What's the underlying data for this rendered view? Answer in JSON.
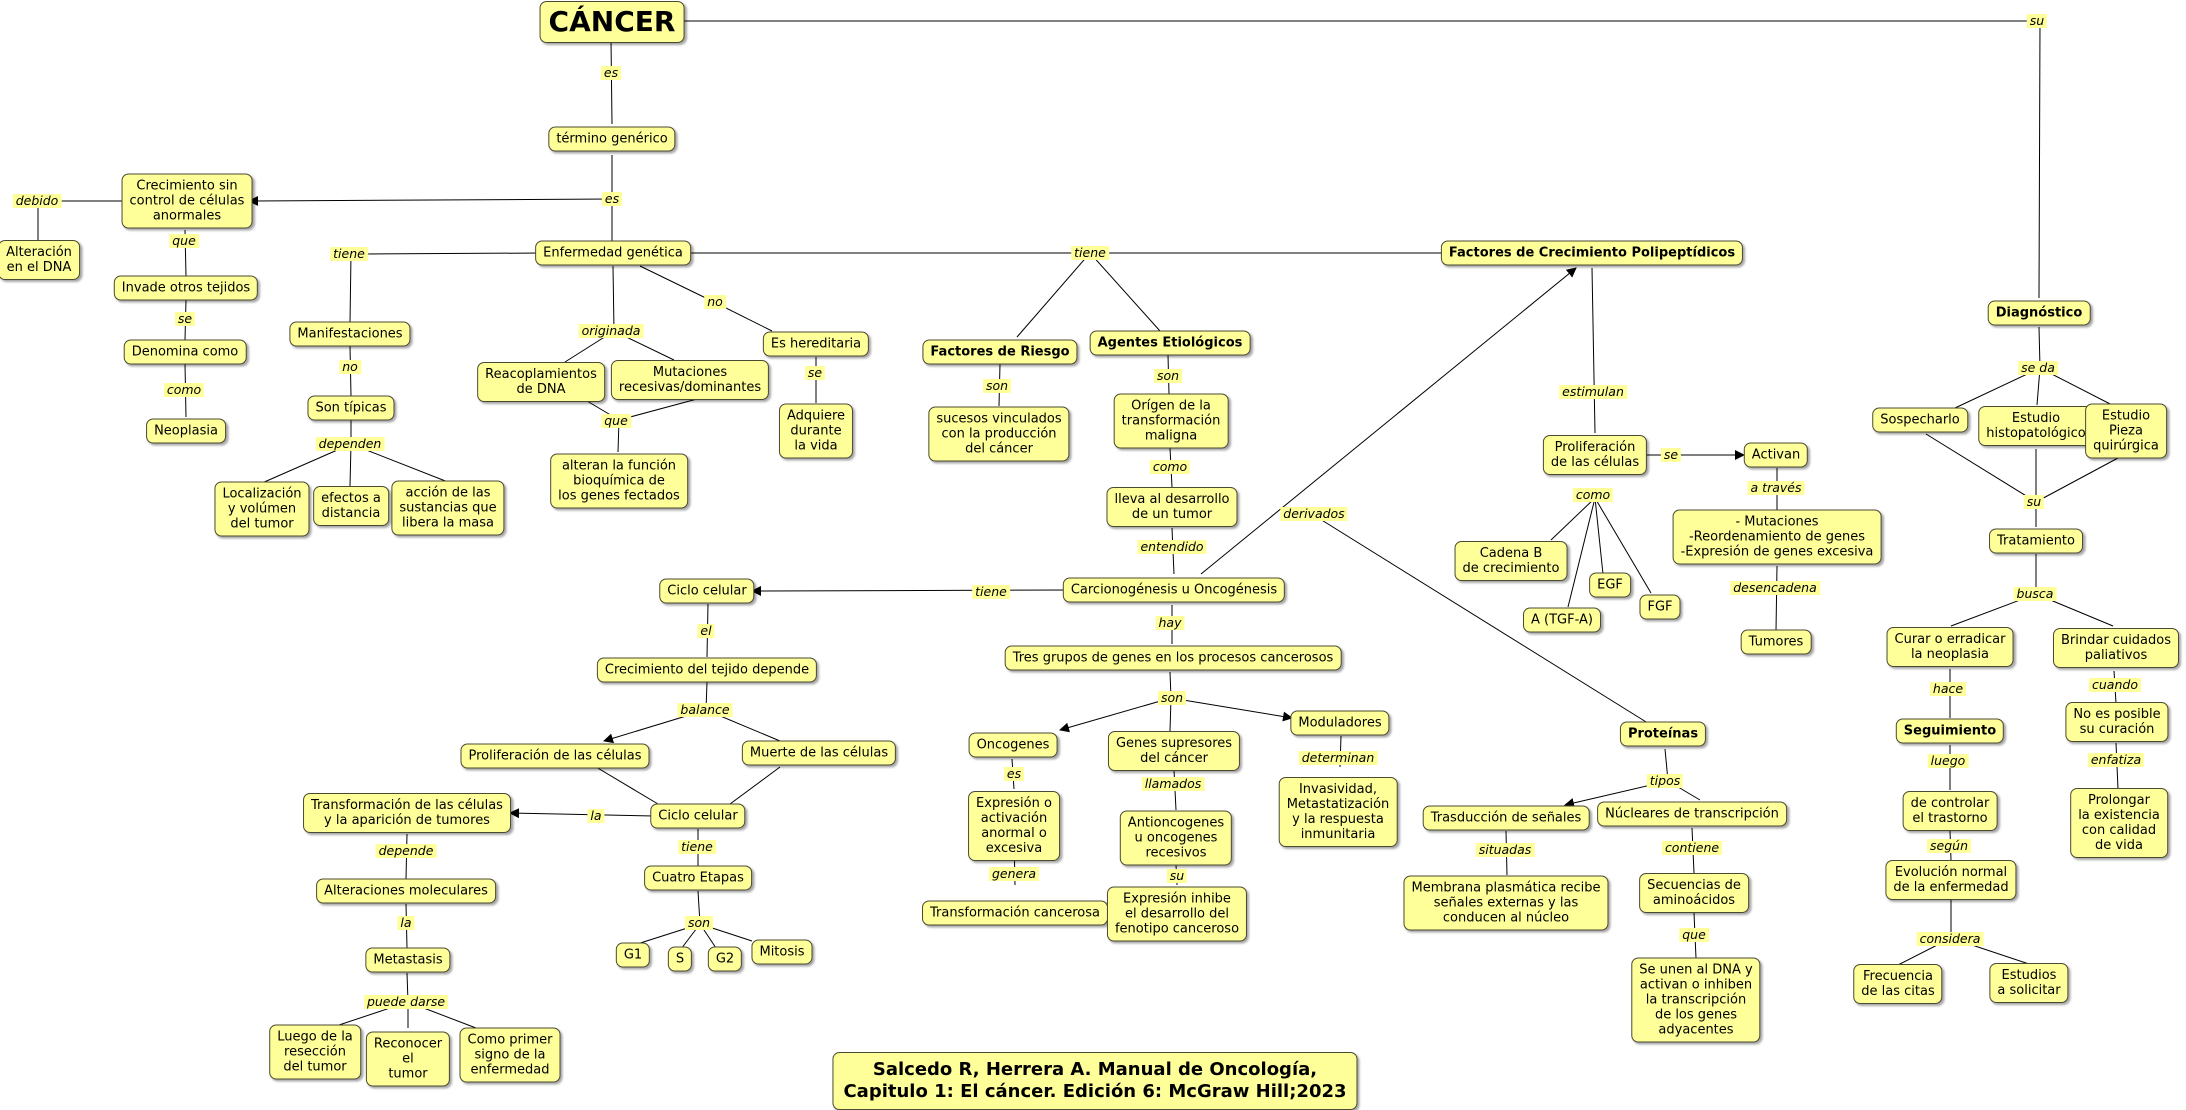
{
  "nodes": {
    "cancer": "CÁNCER",
    "termino": "término genérico",
    "crecimiento": "Crecimiento sin\ncontrol de células\nanormales",
    "alteracion": "Alteración\nen el DNA",
    "invade": "Invade otros tejidos",
    "denomina": "Denomina como",
    "neoplasia": "Neoplasia",
    "enfermedad": "Enfermedad genética",
    "manifestaciones": "Manifestaciones",
    "son_tipicas": "Son típicas",
    "localizacion": "Localización\ny volúmen\ndel tumor",
    "efectos": "efectos a\ndistancia",
    "accion": "acción de las\nsustancias que\nlibera la masa",
    "reacoplamientos": "Reacoplamientos\nde DNA",
    "mutaciones": "Mutaciones\nrecesivas/dominantes",
    "alteran": "alteran la función\nbioquímica de\nlos genes fectados",
    "hereditaria": "Es hereditaria",
    "adquiere": "Adquiere\ndurante\nla vida",
    "factores_riesgo": "Factores de Riesgo",
    "sucesos": "sucesos vinculados\ncon la producción\ndel cáncer",
    "agentes": "Agentes Etiológicos",
    "origen": "Orígen de la\ntransformación\nmaligna",
    "lleva": "lleva al desarrollo\nde un tumor",
    "carcionogenesis": "Carcionogénesis u Oncogénesis",
    "tres_grupos": "Tres grupos de genes en los procesos cancerosos",
    "oncogenes": "Oncogenes",
    "expresion": "Expresión o\nactivación\nanormal o\nexcesiva",
    "transformacion_cancerosa": "Transformación cancerosa",
    "supresores": "Genes supresores\ndel cáncer",
    "antioncogenes": "Antioncogenes\nu oncogenes\nrecesivos",
    "expresion_inhibe": "Expresión inhibe\nel desarrollo del\nfenotipo canceroso",
    "moduladores": "Moduladores",
    "invasividad": "Invasividad,\nMetastatización\ny la respuesta\ninmunitaria",
    "ciclo1": "Ciclo celular",
    "crecimiento_tejido": "Crecimiento del tejido depende",
    "proliferacion_cel": "Proliferación de las células",
    "muerte": "Muerte de las células",
    "ciclo2": "Ciclo celular",
    "transformacion_tumores": "Transformación de las células\ny la aparición de tumores",
    "alteraciones_mol": "Alteraciones moleculares",
    "metastasis": "Metastasis",
    "luego": "Luego de la\nresección\ndel tumor",
    "reconocer": "Reconocer\nel\ntumor",
    "primer_signo": "Como primer\nsigno de la\nenfermedad",
    "cuatro": "Cuatro Etapas",
    "g1": "G1",
    "s": "S",
    "g2": "G2",
    "mitosis": "Mitosis",
    "factores_crec": "Factores de Crecimiento Polipeptídicos",
    "proliferacion": "Proliferación\nde las células",
    "activan": "Activan",
    "mutaciones_lista": "- Mutaciones\n-Reordenamiento de genes\n-Expresión de genes excesiva",
    "tumores": "Tumores",
    "cadena": "Cadena B\nde crecimiento",
    "egf": "EGF",
    "fgf": "FGF",
    "tgf": "A (TGF-A)",
    "proteinas": "Proteínas",
    "trasduccion": "Trasducción de señales",
    "nucleares": "Núcleares de transcripción",
    "membrana": "Membrana plasmática recibe\nseñales externas y las\nconducen al núcleo",
    "secuencias": "Secuencias de\naminoácidos",
    "se_unen": "Se unen al DNA y\nactivan o inhiben\nla transcripción\nde los genes\nadyacentes",
    "diagnostico": "Diagnóstico",
    "sospecharlo": "Sospecharlo",
    "estudio_histo": "Estudio\nhistopatológico",
    "estudio_pieza": "Estudio\nPieza\nquirúrgica",
    "tratamiento": "Tratamiento",
    "curar": "Curar o erradicar\nla neoplasia",
    "brindar": "Brindar cuidados\npaliativos",
    "seguimiento": "Seguimiento",
    "controlar": "de controlar\nel trastorno",
    "evolucion": "Evolución normal\nde la enfermedad",
    "frecuencia": "Frecuencia\nde las citas",
    "estudios_solicitar": "Estudios\na solicitar",
    "no_posible": "No es posible\nsu curación",
    "prolongar": "Prolongar\nla existencia\ncon calidad\nde vida",
    "cita": "Salcedo R, Herrera A. Manual de Oncología,\nCapitulo 1: El cáncer. Edición 6: McGraw Hill;2023"
  },
  "labels": {
    "es1": "es",
    "es2": "es",
    "debido": "debido",
    "que1": "que",
    "se1": "se",
    "como1": "como",
    "tiene1": "tiene",
    "no1": "no",
    "dependen": "dependen",
    "originada": "originada",
    "que2": "que",
    "no2": "no",
    "se2": "se",
    "tiene2": "tiene",
    "son1": "son",
    "son2": "son",
    "como2": "como",
    "entendido": "entendido",
    "derivados": "derivados",
    "tiene3": "tiene",
    "hay": "hay",
    "son3": "son",
    "es3": "es",
    "genera": "genera",
    "llamados": "llamados",
    "su1": "su",
    "determinan": "determinan",
    "el": "el",
    "balance": "balance",
    "la1": "la",
    "depende": "depende",
    "la2": "la",
    "puede_darse": "puede darse",
    "tiene4": "tiene",
    "son4": "son",
    "estimulan": "estimulan",
    "se3": "se",
    "a_traves": "a través",
    "desencadena": "desencadena",
    "como3": "como",
    "tipos": "tipos",
    "situadas": "situadas",
    "contiene": "contiene",
    "que3": "que",
    "su2": "su",
    "se_da": "se da",
    "su3": "su",
    "busca": "busca",
    "hace": "hace",
    "luego": "luego",
    "segun": "según",
    "considera": "considera",
    "cuando": "cuando",
    "enfatiza": "enfatiza"
  }
}
